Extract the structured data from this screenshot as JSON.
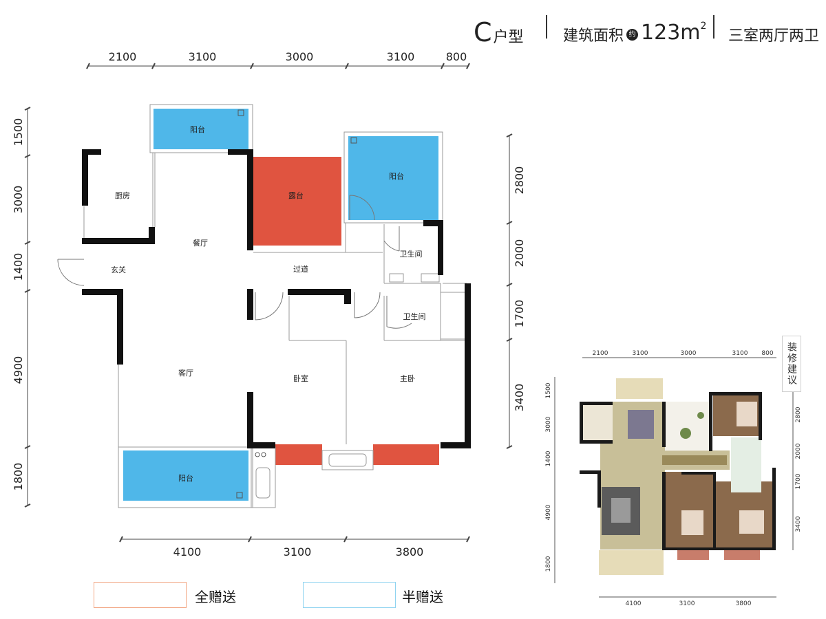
{
  "header": {
    "type_letter": "C",
    "type_suffix": "户型",
    "area_label": "建筑面积",
    "approx_mark": "约",
    "area_value": "123m",
    "area_sup": "2",
    "layout_desc": "三室两厅两卫"
  },
  "dims_top": [
    "2100",
    "3100",
    "3000",
    "3100",
    "800"
  ],
  "dims_left": [
    "1500",
    "3000",
    "1400",
    "4900",
    "1800"
  ],
  "dims_right": [
    "2800",
    "2000",
    "1700",
    "3400"
  ],
  "dims_bottom": [
    "4100",
    "3100",
    "3800"
  ],
  "rooms": {
    "balcony_top": "阳台",
    "kitchen": "厨房",
    "terrace": "露台",
    "balcony_right": "阳台",
    "dining": "餐厅",
    "entrance": "玄关",
    "hallway": "过道",
    "bathroom_1": "卫生间",
    "bathroom_2": "卫生间",
    "living": "客厅",
    "bedroom": "卧室",
    "master_bedroom": "主卧",
    "balcony_bottom": "阳台"
  },
  "legend": [
    {
      "label": "全赠送",
      "color": "#f2a582"
    },
    {
      "label": "半赠送",
      "color": "#8fd3f0"
    }
  ],
  "colors": {
    "balcony": "#4fb7e9",
    "terrace": "#e05440",
    "wall": "#111111"
  },
  "mini": {
    "suggest_label": "装修建议",
    "dims_top": [
      "2100",
      "3100",
      "3000",
      "3100",
      "800"
    ],
    "dims_left": [
      "1500",
      "3000",
      "1400",
      "4900",
      "1800"
    ],
    "dims_right": [
      "2800",
      "2000",
      "1700",
      "3400"
    ],
    "dims_bottom": [
      "4100",
      "3100",
      "3800"
    ]
  }
}
